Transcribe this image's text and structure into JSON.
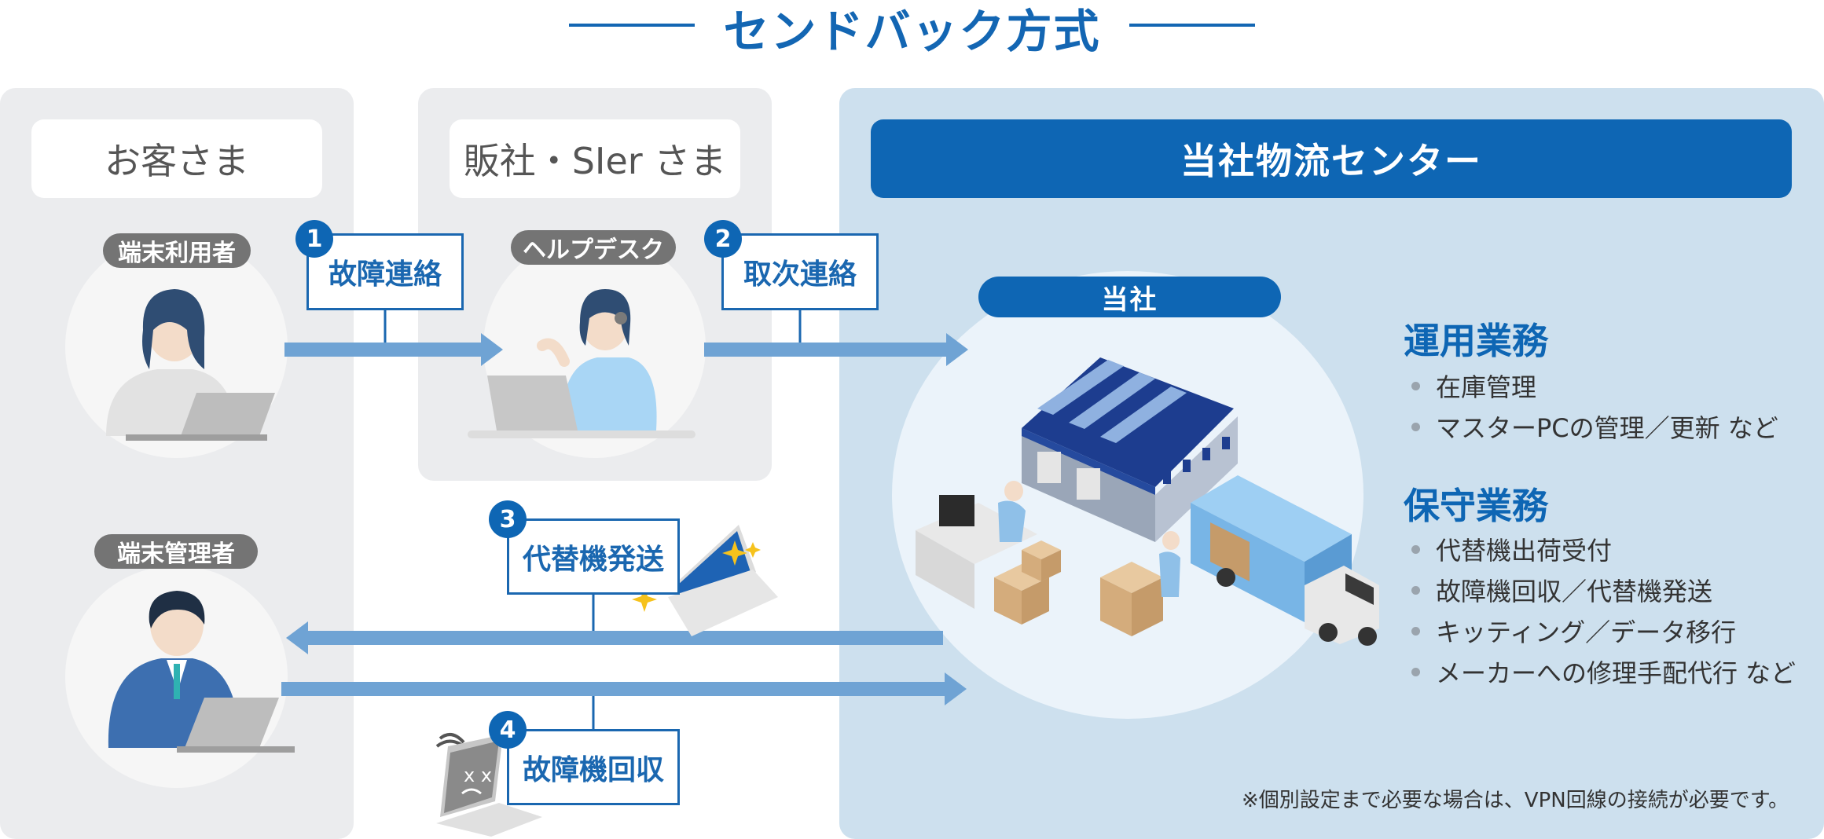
{
  "title": "センドバック方式",
  "columns": {
    "customer": "お客さま",
    "reseller": "販社・SIer さま",
    "center": "当社物流センター"
  },
  "roles": {
    "end_user": "端末利用者",
    "helpdesk": "ヘルプデスク",
    "admin": "端末管理者",
    "company": "当社"
  },
  "steps": [
    {
      "num": "1",
      "label": "故障連絡"
    },
    {
      "num": "2",
      "label": "取次連絡"
    },
    {
      "num": "3",
      "label": "代替機発送"
    },
    {
      "num": "4",
      "label": "故障機回収"
    }
  ],
  "operations": {
    "heading": "運用業務",
    "items": [
      "在庫管理",
      "マスターPCの管理／更新 など"
    ]
  },
  "maintenance": {
    "heading": "保守業務",
    "items": [
      "代替機出荷受付",
      "故障機回収／代替機発送",
      "キッティング／データ移行",
      "メーカーへの修理手配代行 など"
    ]
  },
  "note": "※個別設定まで必要な場合は、VPN回線の接続が必要です。",
  "colors": {
    "brand": "#0e66b4",
    "arrow": "#6fa3d4",
    "panel_gray": "#ebecee",
    "panel_blue": "#cde0ee"
  }
}
